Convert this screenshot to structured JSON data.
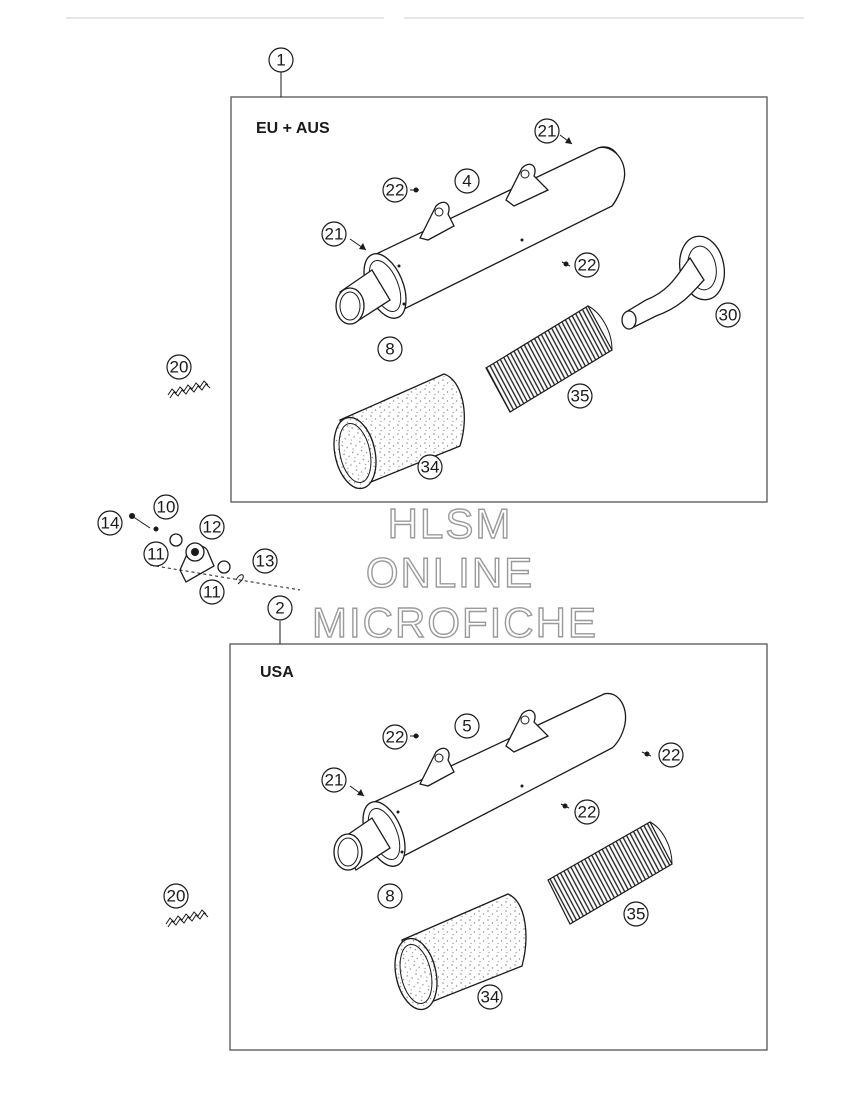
{
  "regions": {
    "top": {
      "label": "EU + AUS"
    },
    "bottom": {
      "label": "USA"
    }
  },
  "callouts": {
    "c1": "1",
    "c2": "2",
    "c4": "4",
    "c5": "5",
    "c8a": "8",
    "c8b": "8",
    "c10": "10",
    "c11a": "11",
    "c11b": "11",
    "c12": "12",
    "c13": "13",
    "c14": "14",
    "c20a": "20",
    "c20b": "20",
    "c21a": "21",
    "c21b": "21",
    "c21c": "21",
    "c22a": "22",
    "c22b": "22",
    "c22c": "22",
    "c22d": "22",
    "c22e": "22",
    "c30": "30",
    "c34a": "34",
    "c34b": "34",
    "c35a": "35",
    "c35b": "35"
  },
  "watermark": {
    "line1": "HLSM",
    "line2": "ONLINE",
    "line3": "MICROFICHE"
  },
  "colors": {
    "ink": "#1a1a1a",
    "frame": "#555555",
    "watermark_outline": "#9a9a9a"
  }
}
